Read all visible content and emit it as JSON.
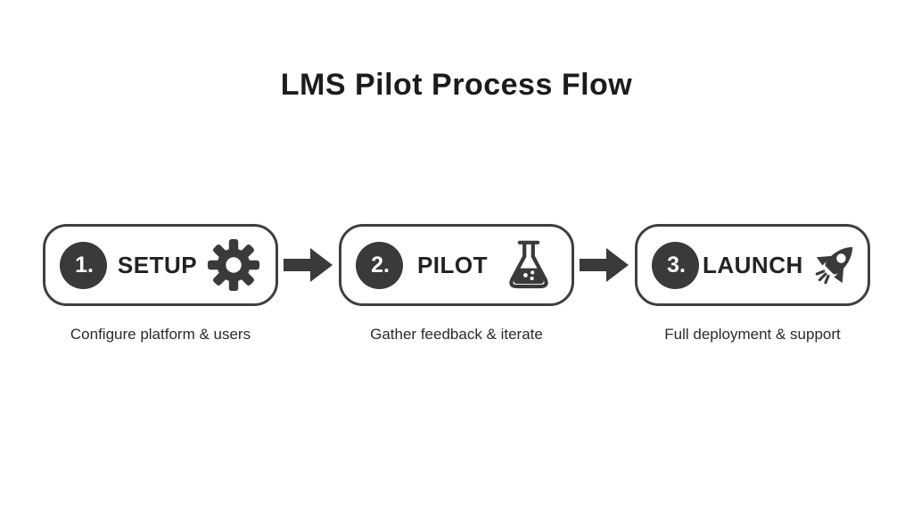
{
  "title": "LMS Pilot Process Flow",
  "steps": [
    {
      "number": "1.",
      "label": "SETUP",
      "icon": "gear-icon",
      "caption": "Configure platform & users"
    },
    {
      "number": "2.",
      "label": "PILOT",
      "icon": "flask-icon",
      "caption": "Gather feedback & iterate"
    },
    {
      "number": "3.",
      "label": "LAUNCH",
      "icon": "rocket-icon",
      "caption": "Full deployment & support"
    }
  ],
  "connectors": [
    {
      "type": "arrow-right"
    },
    {
      "type": "arrow-right"
    }
  ],
  "colors": {
    "accent": "#3a3a3a",
    "box_border": "#3f3f3f",
    "title_text": "#1c1c1c",
    "caption_text": "#2b2b2b",
    "background": "#ffffff",
    "number_text": "#ffffff"
  }
}
